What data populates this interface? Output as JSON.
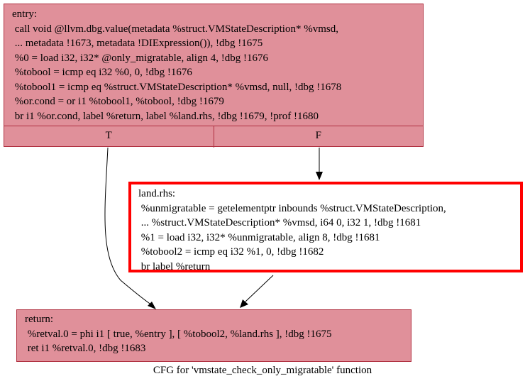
{
  "nodes": {
    "entry": {
      "lines": [
        "entry:",
        " call void @llvm.dbg.value(metadata %struct.VMStateDescription* %vmsd,",
        " ... metadata !1673, metadata !DIExpression()), !dbg !1675",
        " %0 = load i32, i32* @only_migratable, align 4, !dbg !1676",
        " %tobool = icmp eq i32 %0, 0, !dbg !1676",
        " %tobool1 = icmp eq %struct.VMStateDescription* %vmsd, null, !dbg !1678",
        " %or.cond = or i1 %tobool1, %tobool, !dbg !1679",
        " br i1 %or.cond, label %return, label %land.rhs, !dbg !1679, !prof !1680"
      ],
      "ports": {
        "true_label": "T",
        "false_label": "F"
      }
    },
    "land_rhs": {
      "lines": [
        "land.rhs:",
        " %unmigratable = getelementptr inbounds %struct.VMStateDescription,",
        " ... %struct.VMStateDescription* %vmsd, i64 0, i32 1, !dbg !1681",
        " %1 = load i32, i32* %unmigratable, align 8, !dbg !1681",
        " %tobool2 = icmp eq i32 %1, 0, !dbg !1682",
        " br label %return"
      ]
    },
    "return": {
      "lines": [
        "return:",
        " %retval.0 = phi i1 [ true, %entry ], [ %tobool2, %land.rhs ], !dbg !1675",
        " ret i1 %retval.0, !dbg !1683"
      ]
    }
  },
  "caption": "CFG for 'vmstate_check_only_migratable' function",
  "colors": {
    "block_fill": "#e0909a",
    "block_border": "#b03040",
    "highlight_border": "#ff0000",
    "edge": "#000000"
  }
}
